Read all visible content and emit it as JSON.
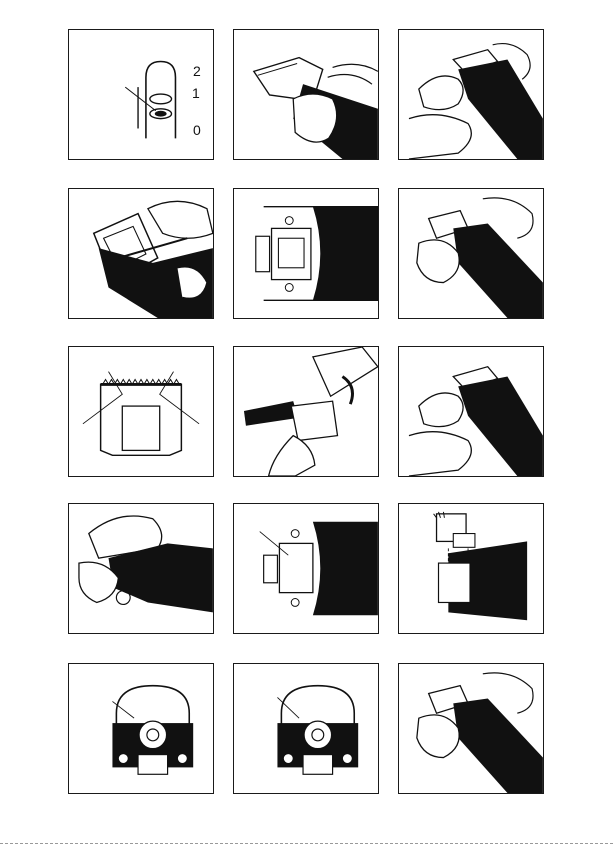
{
  "switch_positions": [
    "2",
    "1",
    "0"
  ],
  "panels": [
    {
      "id": "p1",
      "content": "power-switch-diagram"
    },
    {
      "id": "p2",
      "content": "hand-removing-blade"
    },
    {
      "id": "p3",
      "content": "hands-holding-trimmer-top"
    },
    {
      "id": "p4",
      "content": "hand-cleaning-blade-housing"
    },
    {
      "id": "p5",
      "content": "trimmer-head-internal-view"
    },
    {
      "id": "p6",
      "content": "hand-attaching-blade"
    },
    {
      "id": "p7",
      "content": "blade-alignment-diagram"
    },
    {
      "id": "p8",
      "content": "oiling-blade"
    },
    {
      "id": "p9",
      "content": "hands-holding-trimmer-top"
    },
    {
      "id": "p10",
      "content": "hand-adjusting-blade"
    },
    {
      "id": "p11",
      "content": "trimmer-head-internal-view"
    },
    {
      "id": "p12",
      "content": "blade-assembly-exploded-view"
    },
    {
      "id": "p13",
      "content": "motor-housing-internal-view"
    },
    {
      "id": "p14",
      "content": "motor-housing-internal-view"
    },
    {
      "id": "p15",
      "content": "hand-attaching-blade"
    }
  ]
}
